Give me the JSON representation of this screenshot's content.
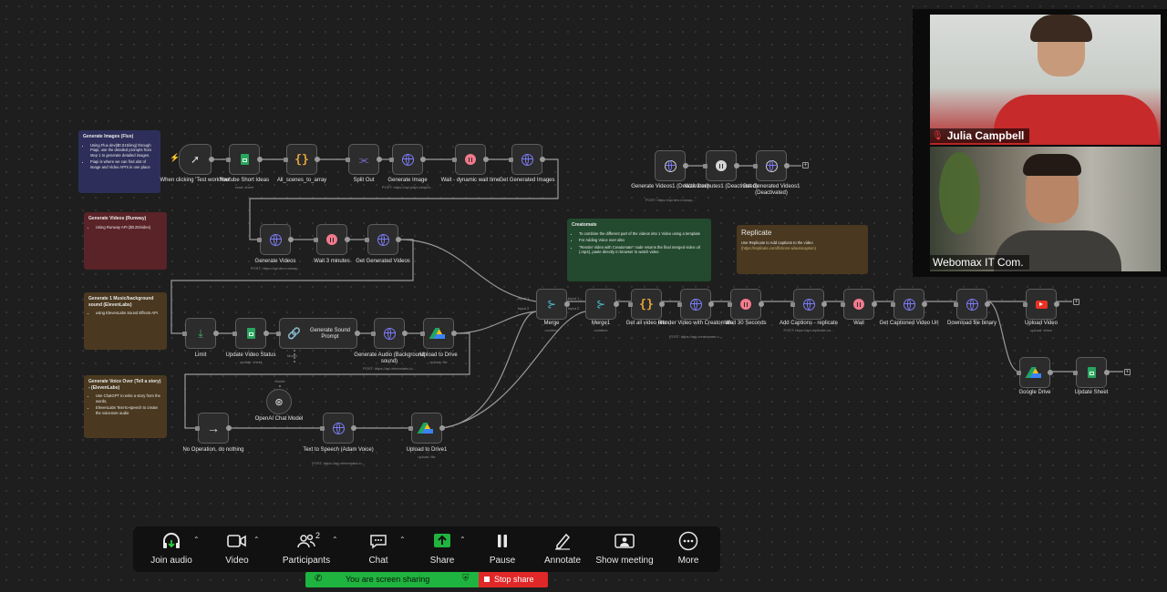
{
  "workflow": {
    "nodes": {
      "trigger": {
        "label": "When clicking 'Test workflow'"
      },
      "youtube_short_ideas": {
        "label": "Youtube Short Ideas",
        "sub": "read: sheet"
      },
      "all_scenes": {
        "label": "All_scenes_to_array"
      },
      "split_out": {
        "label": "Split Out"
      },
      "generate_image": {
        "label": "Generate Image",
        "sub": "POST: https://api.piapi.ai/api/v..."
      },
      "wait_dynamic": {
        "label": "Wait - dynamic wait time"
      },
      "get_generated_images": {
        "label": "Get Generated Images"
      },
      "generate_videos1": {
        "label": "Generate Videos1 (Deactivated)",
        "sub": "POST: https://api.dev.runway..."
      },
      "wait_3_min1": {
        "label": "Wait 3 minutes1 (Deactivated)"
      },
      "get_generated_videos1": {
        "label": "Get Generated Videos1 (Deactivated)"
      },
      "generate_videos": {
        "label": "Generate Videos",
        "sub": "POST: https://api.dev.runway..."
      },
      "wait_3_min": {
        "label": "Wait 3 minutes"
      },
      "get_generated_videos": {
        "label": "Get Generated Videos"
      },
      "limit": {
        "label": "Limit"
      },
      "update_video_status": {
        "label": "Update Video Status",
        "sub": "update: sheet"
      },
      "generate_sound_prompt": {
        "label": "Generate Sound Prompt",
        "sub": "Model"
      },
      "generate_audio": {
        "label": "Generate Audio (Background sound)",
        "sub": "POST: https://api.elevenlabs.io..."
      },
      "upload_to_drive": {
        "label": "Upload to Drive",
        "sub": "upload: file"
      },
      "openai_chat_model": {
        "label": "OpenAI Chat Model",
        "sub": "Model"
      },
      "no_operation": {
        "label": "No Operation, do nothing"
      },
      "text_to_speech": {
        "label": "Text to Speech (Adam Voice)",
        "sub": "POST: https://api.elevenlabs.io..."
      },
      "upload_to_drive1": {
        "label": "Upload to Drive1",
        "sub": "upload: file"
      },
      "merge": {
        "label": "Merge",
        "sub": "combine",
        "in1": "Input 1",
        "in2": "Input 2"
      },
      "merge1": {
        "label": "Merge1",
        "sub": "combine",
        "in1": "Input 1",
        "in2": "Input 2"
      },
      "get_all_video_urls": {
        "label": "Get all video urls"
      },
      "render_video": {
        "label": "Render Video with Creatomate",
        "sub": "POST: https://api.creatomate.c..."
      },
      "wait_30": {
        "label": "Wait 30 Seconds"
      },
      "add_captions": {
        "label": "Add Captions - replicate",
        "sub": "POST: https://api.replicate.co..."
      },
      "wait": {
        "label": "Wait"
      },
      "get_captioned_url": {
        "label": "Get Captioned Video Url"
      },
      "download_binary": {
        "label": "Download file binary"
      },
      "upload_video": {
        "label": "Upload Video",
        "sub": "upload: video"
      },
      "google_drive": {
        "label": "Google Drive"
      },
      "update_sheet": {
        "label": "Update Sheet"
      }
    },
    "notes": {
      "images": {
        "title": "Generate Images (Flux)",
        "items": [
          "Using Flux.dev($0.015/img) through Piapi, use the detailed prompts from step 1 to generate detailed images.",
          "Piapi is where we can find alot of image and Video API's in one place"
        ]
      },
      "videos": {
        "title": "Generate Videos (Runway)",
        "items": [
          "Using Runway API ($0.25/video)"
        ]
      },
      "music": {
        "title": "Generate 1 Music/background sound (ElevenLabs)",
        "items": [
          "using ElevenLabs Sound Effects API"
        ]
      },
      "voice": {
        "title": "Generate Voice Over (Tell a story) - (ElevenLabs)",
        "items": [
          "Use ChatGPT to write a story from the words,",
          "ElevenLabs Text-to-speech to create the voiceover audio"
        ]
      },
      "creatomate": {
        "title": "Creatomate",
        "items": [
          "To combine the different part of the videos into 1 Video using a template",
          "For Adding Voice over also",
          "\"Render Video with Creatomate\" node returns the final merged video url (.mp4), paste directly in browser to watch video"
        ]
      },
      "replicate": {
        "title": "Replicate",
        "text": "Use Replicate to Add captions to the video",
        "link": "(https://replicate.com/fictions-ai/autocaption)"
      }
    }
  },
  "participants": [
    {
      "name": "Julia Campbell",
      "mic": "muted"
    },
    {
      "name": "Webomax IT Com."
    }
  ],
  "toolbar": {
    "join_audio": "Join audio",
    "video": "Video",
    "participants": "Participants",
    "participants_count": "2",
    "chat": "Chat",
    "share": "Share",
    "pause": "Pause",
    "annotate": "Annotate",
    "show_meeting": "Show meeting",
    "more": "More"
  },
  "sharing_bar": {
    "status": "You are screen sharing",
    "stop": "Stop share"
  },
  "colors": {
    "accent_green": "#1fb33f",
    "stop_red": "#e02828",
    "node_globe": "#7b7bf5",
    "wait_pink": "#f27a8c"
  }
}
